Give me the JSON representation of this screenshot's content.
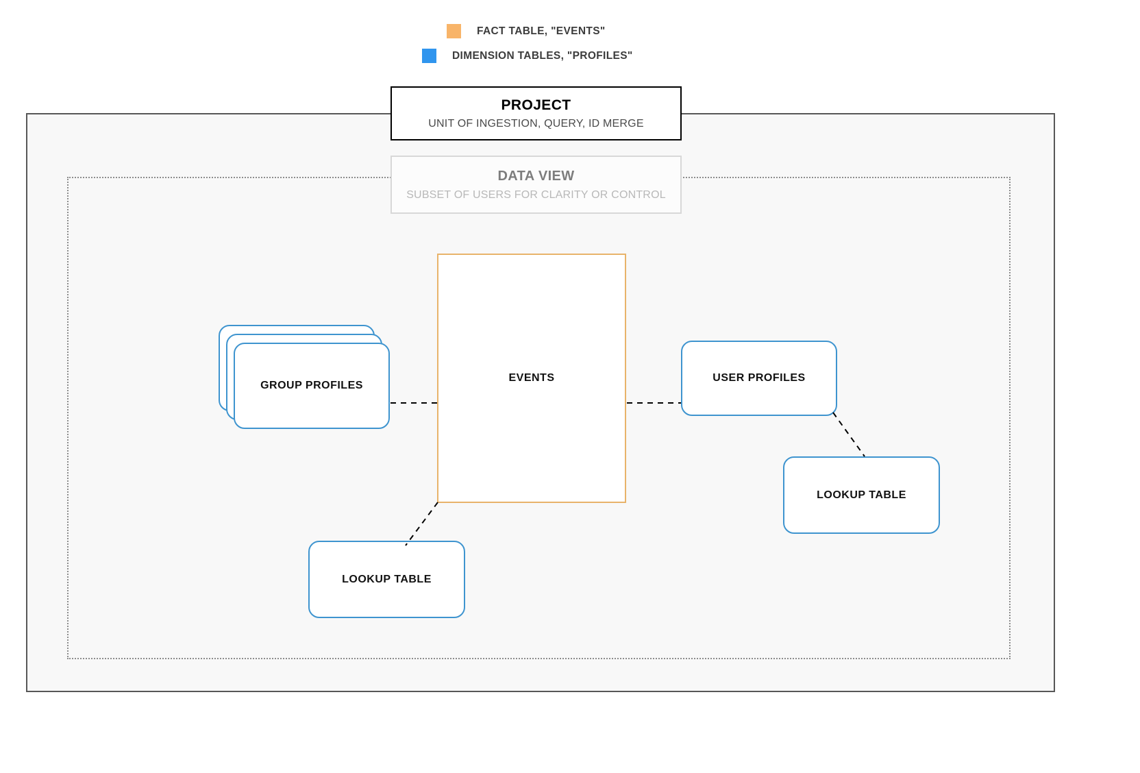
{
  "legend": {
    "items": [
      {
        "swatch_color": "#f8b469",
        "label": "FACT TABLE, \"EVENTS\"",
        "icon": "orange-square-swatch"
      },
      {
        "swatch_color": "#3095ee",
        "label": "DIMENSION TABLES, \"PROFILES\"",
        "icon": "blue-square-swatch"
      }
    ]
  },
  "project": {
    "title": "PROJECT",
    "subtitle": "UNIT OF INGESTION, QUERY, ID MERGE",
    "border_color": "#000000",
    "background": "#f8f8f8"
  },
  "data_view": {
    "title": "DATA VIEW",
    "subtitle": "SUBSET OF USERS FOR CLARITY OR CONTROL",
    "border_color": "#d8d8d8",
    "container_border_style": "dotted"
  },
  "nodes": {
    "events": {
      "label": "EVENTS",
      "type": "fact-table",
      "border_color": "#e8b36a"
    },
    "group_profiles": {
      "label": "GROUP PROFILES",
      "type": "dimension-table-stack",
      "stack_count": 3,
      "border_color": "#3e94cf"
    },
    "user_profiles": {
      "label": "USER PROFILES",
      "type": "dimension-table",
      "border_color": "#3e94cf"
    },
    "lookup_table_left": {
      "label": "LOOKUP TABLE",
      "type": "dimension-table",
      "border_color": "#3e94cf"
    },
    "lookup_table_right": {
      "label": "LOOKUP TABLE",
      "type": "dimension-table",
      "border_color": "#3e94cf"
    }
  },
  "connectors": [
    {
      "from": "group_profiles",
      "to": "events",
      "style": "dashed",
      "color": "#000000"
    },
    {
      "from": "events",
      "to": "user_profiles",
      "style": "dashed",
      "color": "#000000"
    },
    {
      "from": "user_profiles",
      "to": "lookup_table_right",
      "style": "dashed",
      "color": "#000000"
    },
    {
      "from": "events",
      "to": "lookup_table_left",
      "style": "dashed",
      "color": "#000000"
    }
  ]
}
